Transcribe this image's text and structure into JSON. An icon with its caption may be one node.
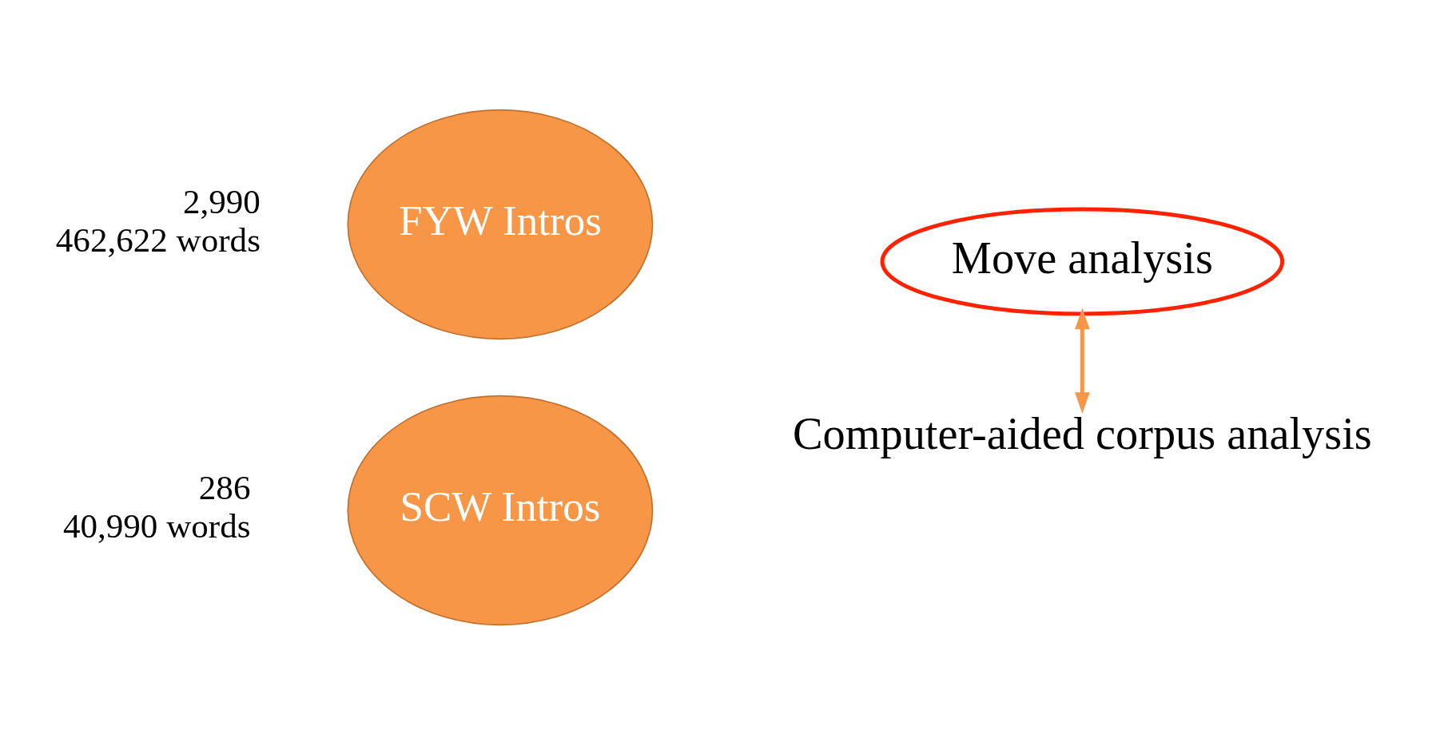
{
  "diagram": {
    "nodes": [
      {
        "text": [
          "FYW Intros"
        ],
        "beside": [
          "2,990",
          "462,622 words"
        ]
      },
      {
        "text": [
          "SCW Intros"
        ],
        "beside": [
          "286",
          "40,990 words"
        ]
      },
      {
        "text": [
          "Move analysis"
        ]
      },
      {
        "text": [
          "Computer-aided corpus analysis"
        ]
      }
    ],
    "edges": [
      {
        "from": 2,
        "to": 3,
        "arrow": "both",
        "color": "#f79646"
      }
    ]
  }
}
